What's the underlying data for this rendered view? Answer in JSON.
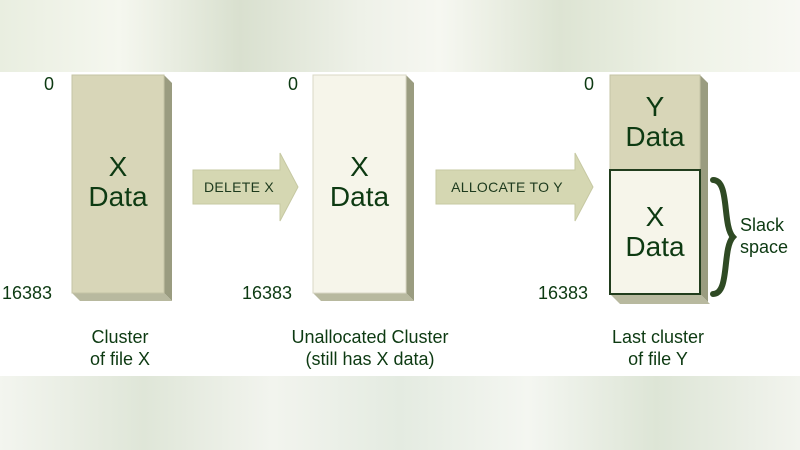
{
  "clusters": [
    {
      "start_offset": "0",
      "end_offset": "16383",
      "content": "X\nData",
      "caption": "Cluster\nof file X"
    },
    {
      "start_offset": "0",
      "end_offset": "16383",
      "content": "X\nData",
      "caption": "Unallocated Cluster\n(still has X data)"
    },
    {
      "start_offset": "0",
      "end_offset": "16383",
      "top_content": "Y\nData",
      "bottom_content": "X\nData",
      "caption": "Last cluster\nof file Y"
    }
  ],
  "arrows": [
    {
      "label": "DELETE X"
    },
    {
      "label": "ALLOCATE TO Y"
    }
  ],
  "slack": {
    "label": "Slack\nspace"
  },
  "colors": {
    "text": "#0d3a12",
    "block_allocated": "#d8d6b8",
    "block_unallocated": "#f6f5ea",
    "block_side": "#9a9c80",
    "block_bottom": "#b8b99f",
    "arrow_fill": "#d5d7b2",
    "slack_brace": "#2f4a24"
  }
}
